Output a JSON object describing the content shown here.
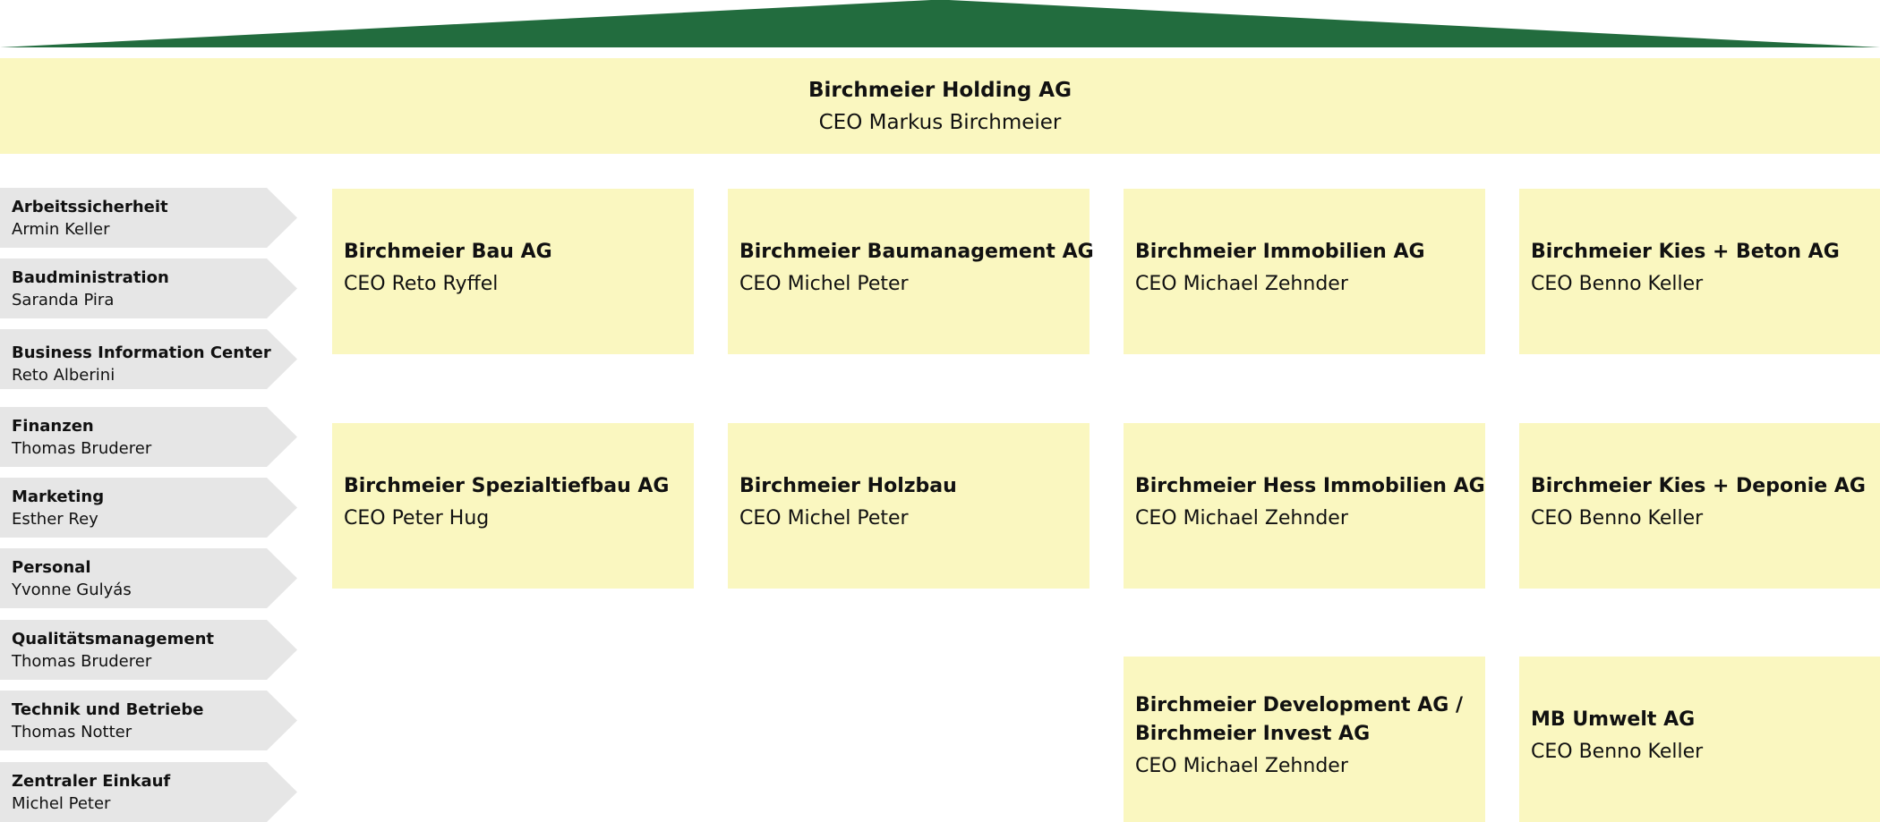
{
  "colors": {
    "roof": "#226c3e",
    "company_box": "#faf7c0",
    "department_tag": "#e6e6e6",
    "text": "#111111"
  },
  "holding": {
    "name": "Birchmeier Holding AG",
    "ceo": "CEO Markus Birchmeier"
  },
  "departments": [
    {
      "name": "Arbeitssicherheit",
      "head": "Armin Keller"
    },
    {
      "name": "Baudministration",
      "head": "Saranda Pira"
    },
    {
      "name": "Business Information Center",
      "head": "Reto Alberini"
    },
    {
      "name": "Finanzen",
      "head": "Thomas Bruderer"
    },
    {
      "name": "Marketing",
      "head": "Esther Rey"
    },
    {
      "name": "Personal",
      "head": "Yvonne Gulyás"
    },
    {
      "name": "Qualitätsmanagement",
      "head": "Thomas Bruderer"
    },
    {
      "name": "Technik und Betriebe",
      "head": "Thomas Notter"
    },
    {
      "name": "Zentraler Einkauf",
      "head": "Michel Peter"
    }
  ],
  "companies": [
    {
      "name": "Birchmeier Bau AG",
      "ceo": "CEO Reto Ryffel"
    },
    {
      "name": "Birchmeier Baumanagement AG",
      "ceo": "CEO Michel Peter"
    },
    {
      "name": "Birchmeier Immobilien AG",
      "ceo": "CEO Michael Zehnder"
    },
    {
      "name": "Birchmeier Kies + Beton AG",
      "ceo": "CEO Benno Keller"
    },
    {
      "name": "Birchmeier Spezialtiefbau AG",
      "ceo": "CEO Peter Hug"
    },
    {
      "name": "Birchmeier Holzbau",
      "ceo": "CEO Michel Peter"
    },
    {
      "name": "Birchmeier Hess Immobilien AG",
      "ceo": "CEO Michael Zehnder"
    },
    {
      "name": "Birchmeier Kies + Deponie AG",
      "ceo": "CEO Benno Keller"
    },
    {
      "name": "Birchmeier Development AG /",
      "name_line2": "Birchmeier Invest AG",
      "ceo": "CEO Michael Zehnder"
    },
    {
      "name": "MB Umwelt AG",
      "ceo": "CEO Benno Keller"
    }
  ]
}
